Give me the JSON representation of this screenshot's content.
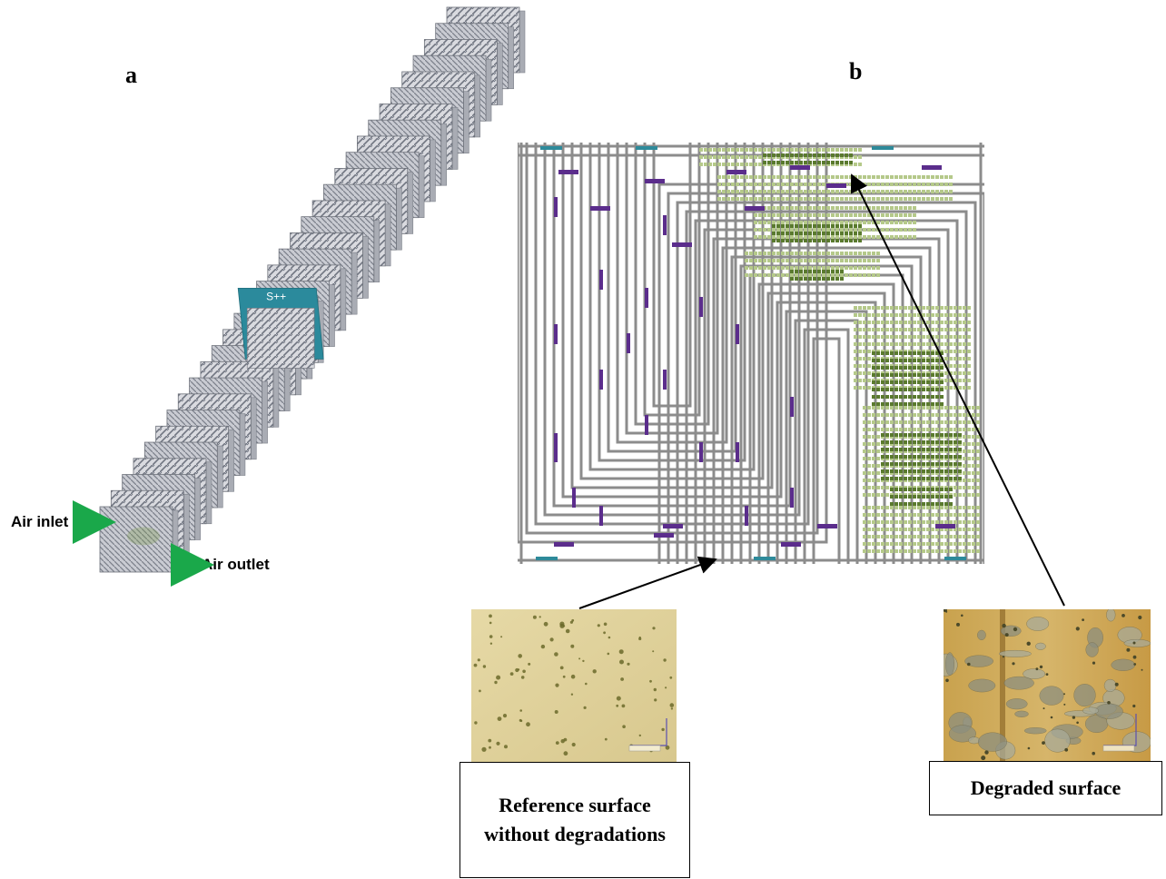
{
  "panels": {
    "a": "a",
    "b": "b"
  },
  "stack": {
    "highlight_label": "S++"
  },
  "flow": {
    "inlet": "Air inlet",
    "outlet": "Air outlet"
  },
  "captions": {
    "reference": "Reference surface without degradations",
    "degraded": "Degraded surface"
  },
  "colors": {
    "channel_gray": "#8c8c8c",
    "degraded_light": "#b5c98a",
    "degraded_dark": "#5a7a2e",
    "marker_purple": "#5b2d8c",
    "marker_teal": "#2e8a9a",
    "highlight_cell": "#2b8a9c",
    "arrow_green": "#1aa84a"
  }
}
